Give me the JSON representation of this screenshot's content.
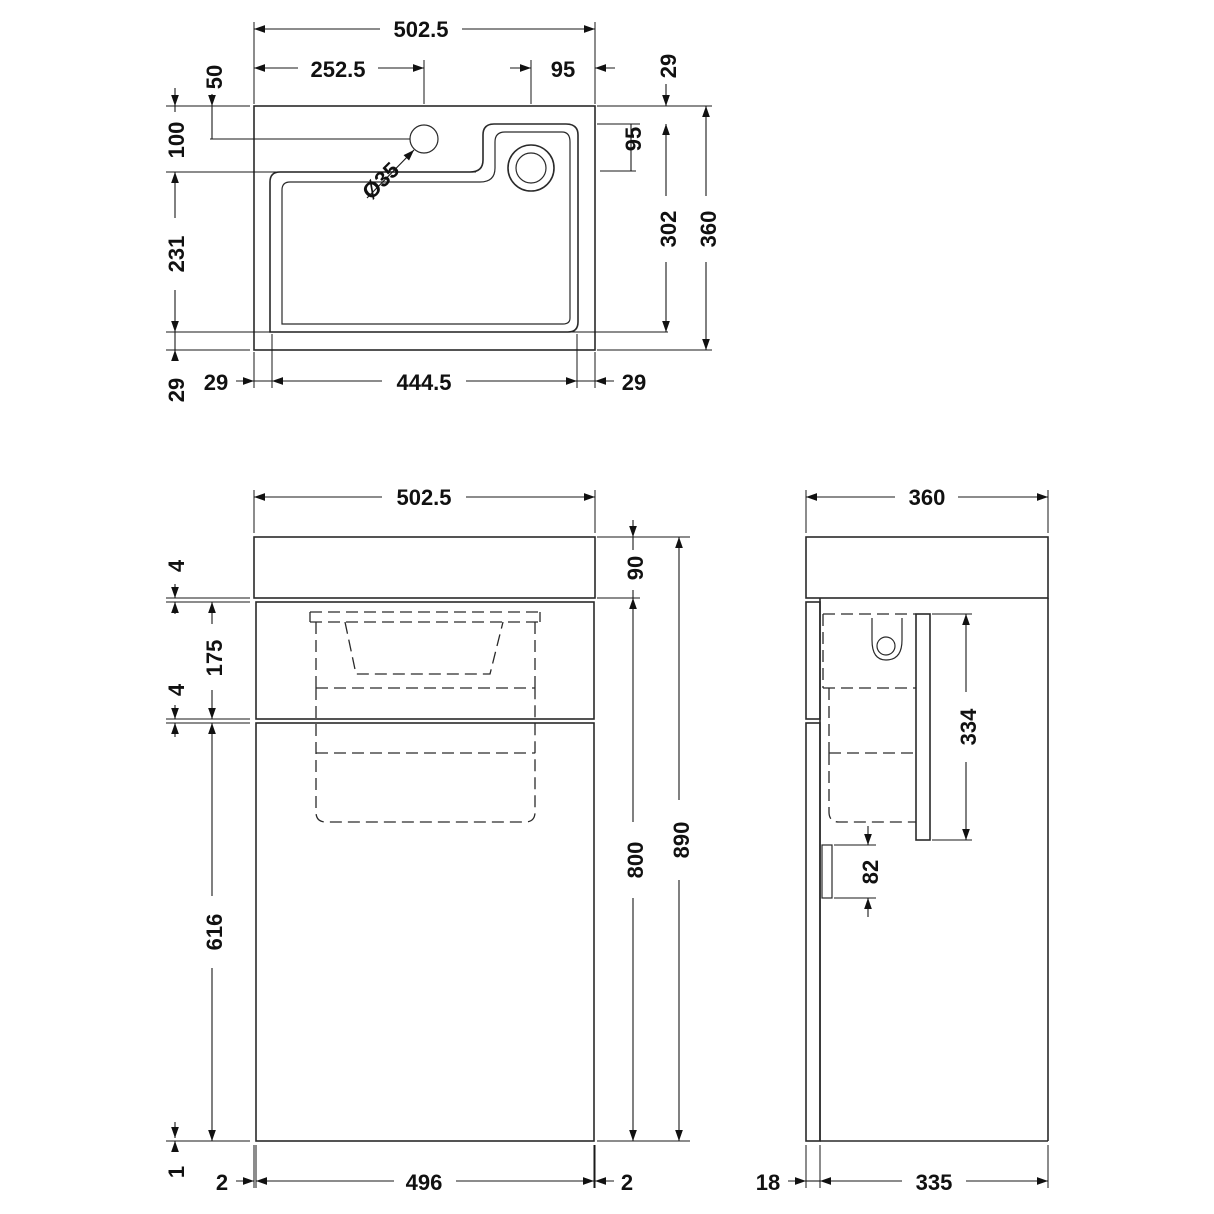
{
  "plan_view": {
    "overall_width": "502.5",
    "tap_offset": "252.5",
    "waste_offset": "95",
    "back_edge": "29",
    "tap_from_back": "50",
    "hole_from_back": "100",
    "waste_dia_from_back": "95",
    "tap_hole_diameter": "Ø35",
    "bowl_depth_left": "231",
    "bowl_depth_right": "302",
    "overall_depth": "360",
    "front_edge": "29",
    "left_rim": "29",
    "bowl_width": "444.5",
    "right_rim": "29"
  },
  "front_view": {
    "overall_width": "502.5",
    "top_thickness": "90",
    "gap_top": "4",
    "drawer_height": "175",
    "gap_mid": "4",
    "door_height": "616",
    "carcass_height": "800",
    "overall_height": "890",
    "bottom_gap": "1",
    "left_gap": "2",
    "carcass_width": "496",
    "right_gap": "2"
  },
  "side_view": {
    "overall_depth": "360",
    "basin_drop": "334",
    "handle_height": "82",
    "door_thickness": "18",
    "carcass_depth": "335"
  }
}
